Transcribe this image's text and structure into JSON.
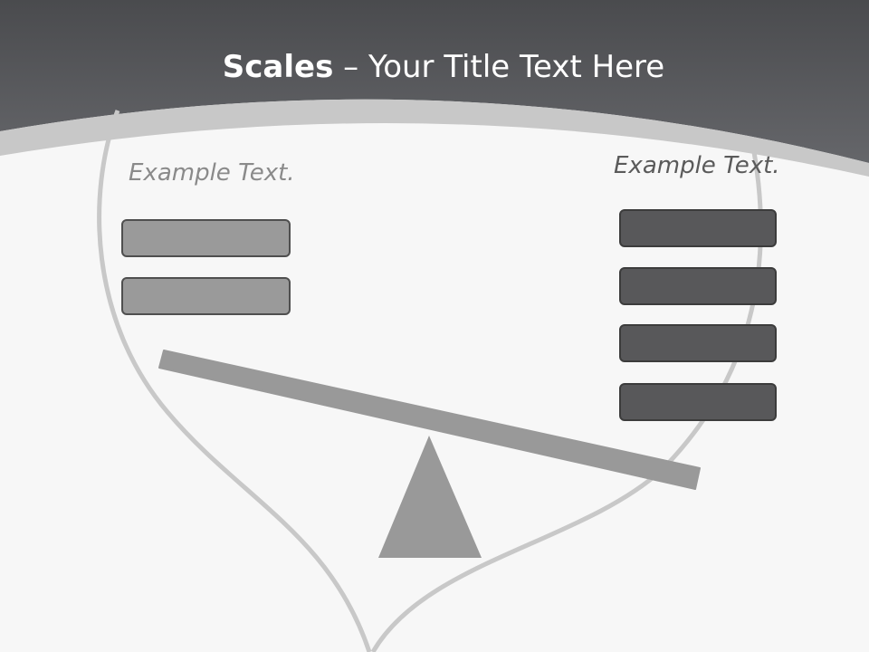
{
  "title": {
    "bold": "Scales",
    "rest": " – Your Title Text Here"
  },
  "left_side": {
    "label": "Example Text.",
    "block_count": 2
  },
  "right_side": {
    "label": "Example Text.",
    "block_count": 4
  },
  "colors": {
    "header": "#56575a",
    "background": "#f7f7f7",
    "outline": "#c8c8c8",
    "beam": "#999999",
    "light_block": "#9a9a9a",
    "dark_block": "#58585a"
  }
}
